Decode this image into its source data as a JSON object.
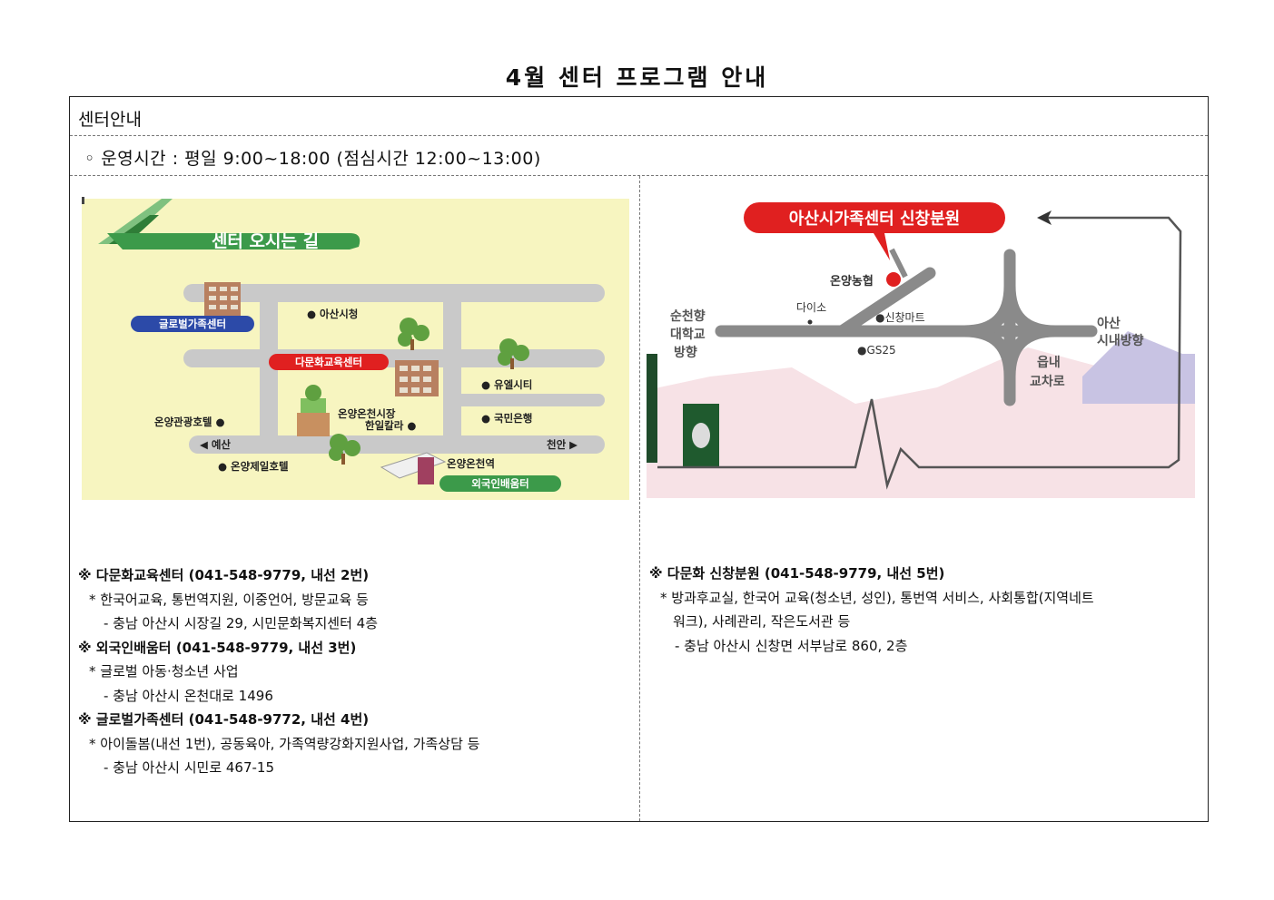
{
  "title": "4월 센터 프로그램 안내",
  "section": "센터안내",
  "hours": "◦ 운영시간 : 평일 9:00~18:00 (점심시간 12:00~13:00)",
  "map1": {
    "banner": "센터 오시는 길",
    "labels": {
      "global": "글로벌가족센터",
      "cityhall": "● 아산시청",
      "multi": "다문화교육센터",
      "uel": "● 유엘시티",
      "kb": "● 국민은행",
      "hotel1": "온양관광호텔 ●",
      "market1": "온양온천시장",
      "market2": "한일칼라 ●",
      "yesan": "◀ 예산",
      "cheonan": "천안 ▶",
      "hotel2": "● 온양제일호텔",
      "station": "온양온천역",
      "foreign": "외국인배움터"
    }
  },
  "map2": {
    "banner": "아산시가족센터 신창분원",
    "labels": {
      "nh": "온양농협",
      "daiso": "다이소",
      "mart": "●신창마트",
      "gs": "●GS25",
      "sch1": "순천향",
      "sch2": "대학교",
      "sch3": "방향",
      "asan1": "아산",
      "asan2": "시내방향",
      "eup1": "읍내",
      "eup2": "교차로"
    }
  },
  "left": {
    "s1_h": "※ 다문화교육센터 (041-548-9779, 내선 2번)",
    "s1_b": "* 한국어교육, 통번역지원, 이중언어, 방문교육 등",
    "s1_a": "- 충남 아산시 시장길 29, 시민문화복지센터 4층",
    "s2_h": "※ 외국인배움터 (041-548-9779, 내선 3번)",
    "s2_b": "* 글로벌 아동·청소년 사업",
    "s2_a": "- 충남 아산시 온천대로 1496",
    "s3_h": "※ 글로벌가족센터 (041-548-9772, 내선 4번)",
    "s3_b": "* 아이돌봄(내선 1번), 공동육아, 가족역량강화지원사업, 가족상담 등",
    "s3_a": "- 충남 아산시 시민로 467-15"
  },
  "right": {
    "s1_h": "※ 다문화 신창분원 (041-548-9779, 내선 5번)",
    "s1_b1": "* 방과후교실, 한국어 교육(청소년, 성인), 통번역 서비스, 사회통합(지역네트",
    "s1_b2": "워크), 사례관리, 작은도서관 등",
    "s1_a": "- 충남 아산시 신창면 서부남로 860, 2층"
  },
  "colors": {
    "map1_bg": "#f7f5c0",
    "banner_green": "#3c9a4a",
    "road": "#c9c9c9",
    "red": "#e02020",
    "label_blue": "#2c4aa8"
  }
}
